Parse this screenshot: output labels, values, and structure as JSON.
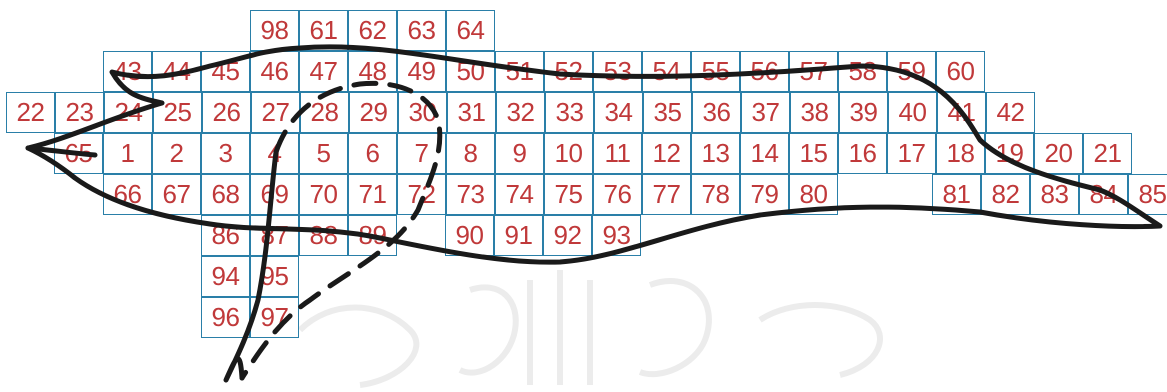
{
  "grid": {
    "line_color": "#2a7fa8",
    "number_color": "#c0393a",
    "rows": [
      [
        "98",
        "61",
        "62",
        "63",
        "64"
      ],
      [
        "43",
        "44",
        "45",
        "46",
        "47",
        "48",
        "49",
        "50",
        "51",
        "52",
        "53",
        "54",
        "55",
        "56",
        "57",
        "58",
        "59",
        "60"
      ],
      [
        "22",
        "23",
        "24",
        "25",
        "26",
        "27",
        "28",
        "29",
        "30",
        "31",
        "32",
        "33",
        "34",
        "35",
        "36",
        "37",
        "38",
        "39",
        "40",
        "41",
        "42"
      ],
      [
        "65",
        "1",
        "2",
        "3",
        "4",
        "5",
        "6",
        "7",
        "8",
        "9",
        "10",
        "11",
        "12",
        "13",
        "14",
        "15",
        "16",
        "17",
        "18",
        "19",
        "20",
        "21"
      ],
      [
        "66",
        "67",
        "68",
        "69",
        "70",
        "71",
        "72",
        "73",
        "74",
        "75",
        "76",
        "77",
        "78",
        "79",
        "80",
        "81",
        "82",
        "83",
        "84",
        "85"
      ],
      [
        "86",
        "87",
        "88",
        "89",
        "90",
        "91",
        "92",
        "93"
      ],
      [
        "94",
        "95"
      ],
      [
        "96",
        "97"
      ]
    ]
  },
  "outline": {
    "stroke_color": "#1a1a1a",
    "body_label": "fish-body-outline",
    "dashed_label": "dashed-section-outline"
  },
  "watermark": {
    "color": "#ececec"
  }
}
